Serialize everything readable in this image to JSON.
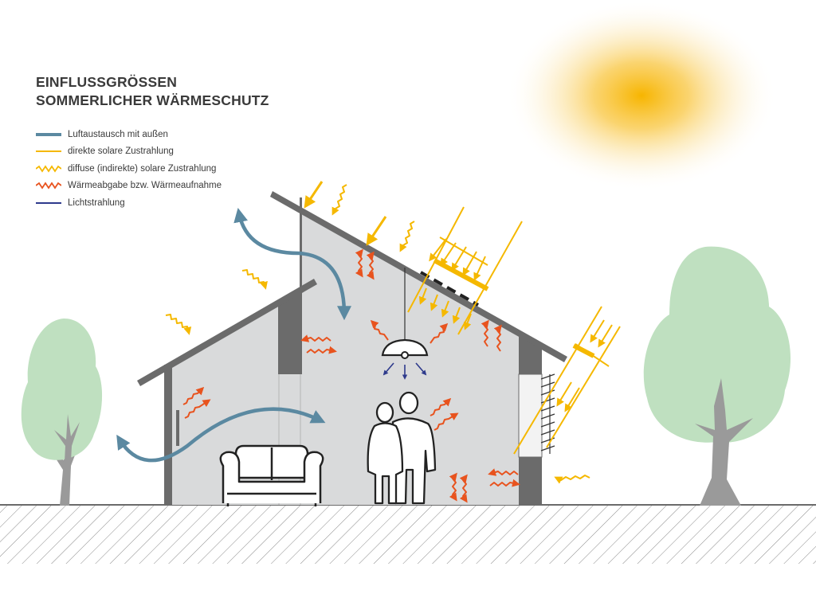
{
  "title": {
    "line1": "EINFLUSSGRÖSSEN",
    "line2": "SOMMERLICHER WÄRMESCHUTZ"
  },
  "legend": [
    {
      "label": "Luftaustausch mit außen",
      "style": "solid",
      "color": "#5b89a1",
      "icon": "air-exchange-line"
    },
    {
      "label": "direkte solare Zustrahlung",
      "style": "solid",
      "color": "#f5b800",
      "icon": "direct-solar-line"
    },
    {
      "label": "diffuse (indirekte) solare Zustrahlung",
      "style": "wavy",
      "color": "#f5b800",
      "icon": "diffuse-solar-wave"
    },
    {
      "label": "Wärmeabgabe bzw. Wärmeaufnahme",
      "style": "wavy",
      "color": "#e8531e",
      "icon": "heat-exchange-wave"
    },
    {
      "label": "Lichtstrahlung",
      "style": "solid",
      "color": "#2e3a8c",
      "icon": "light-radiation-line"
    }
  ],
  "colors": {
    "wall": "#6b6b6b",
    "interior": "#d9dadb",
    "tree_crown": "#bfe0c0",
    "tree_trunk": "#9a9a9a",
    "sun": "#f7b500",
    "ground_hatch": "#8a8a8a"
  }
}
